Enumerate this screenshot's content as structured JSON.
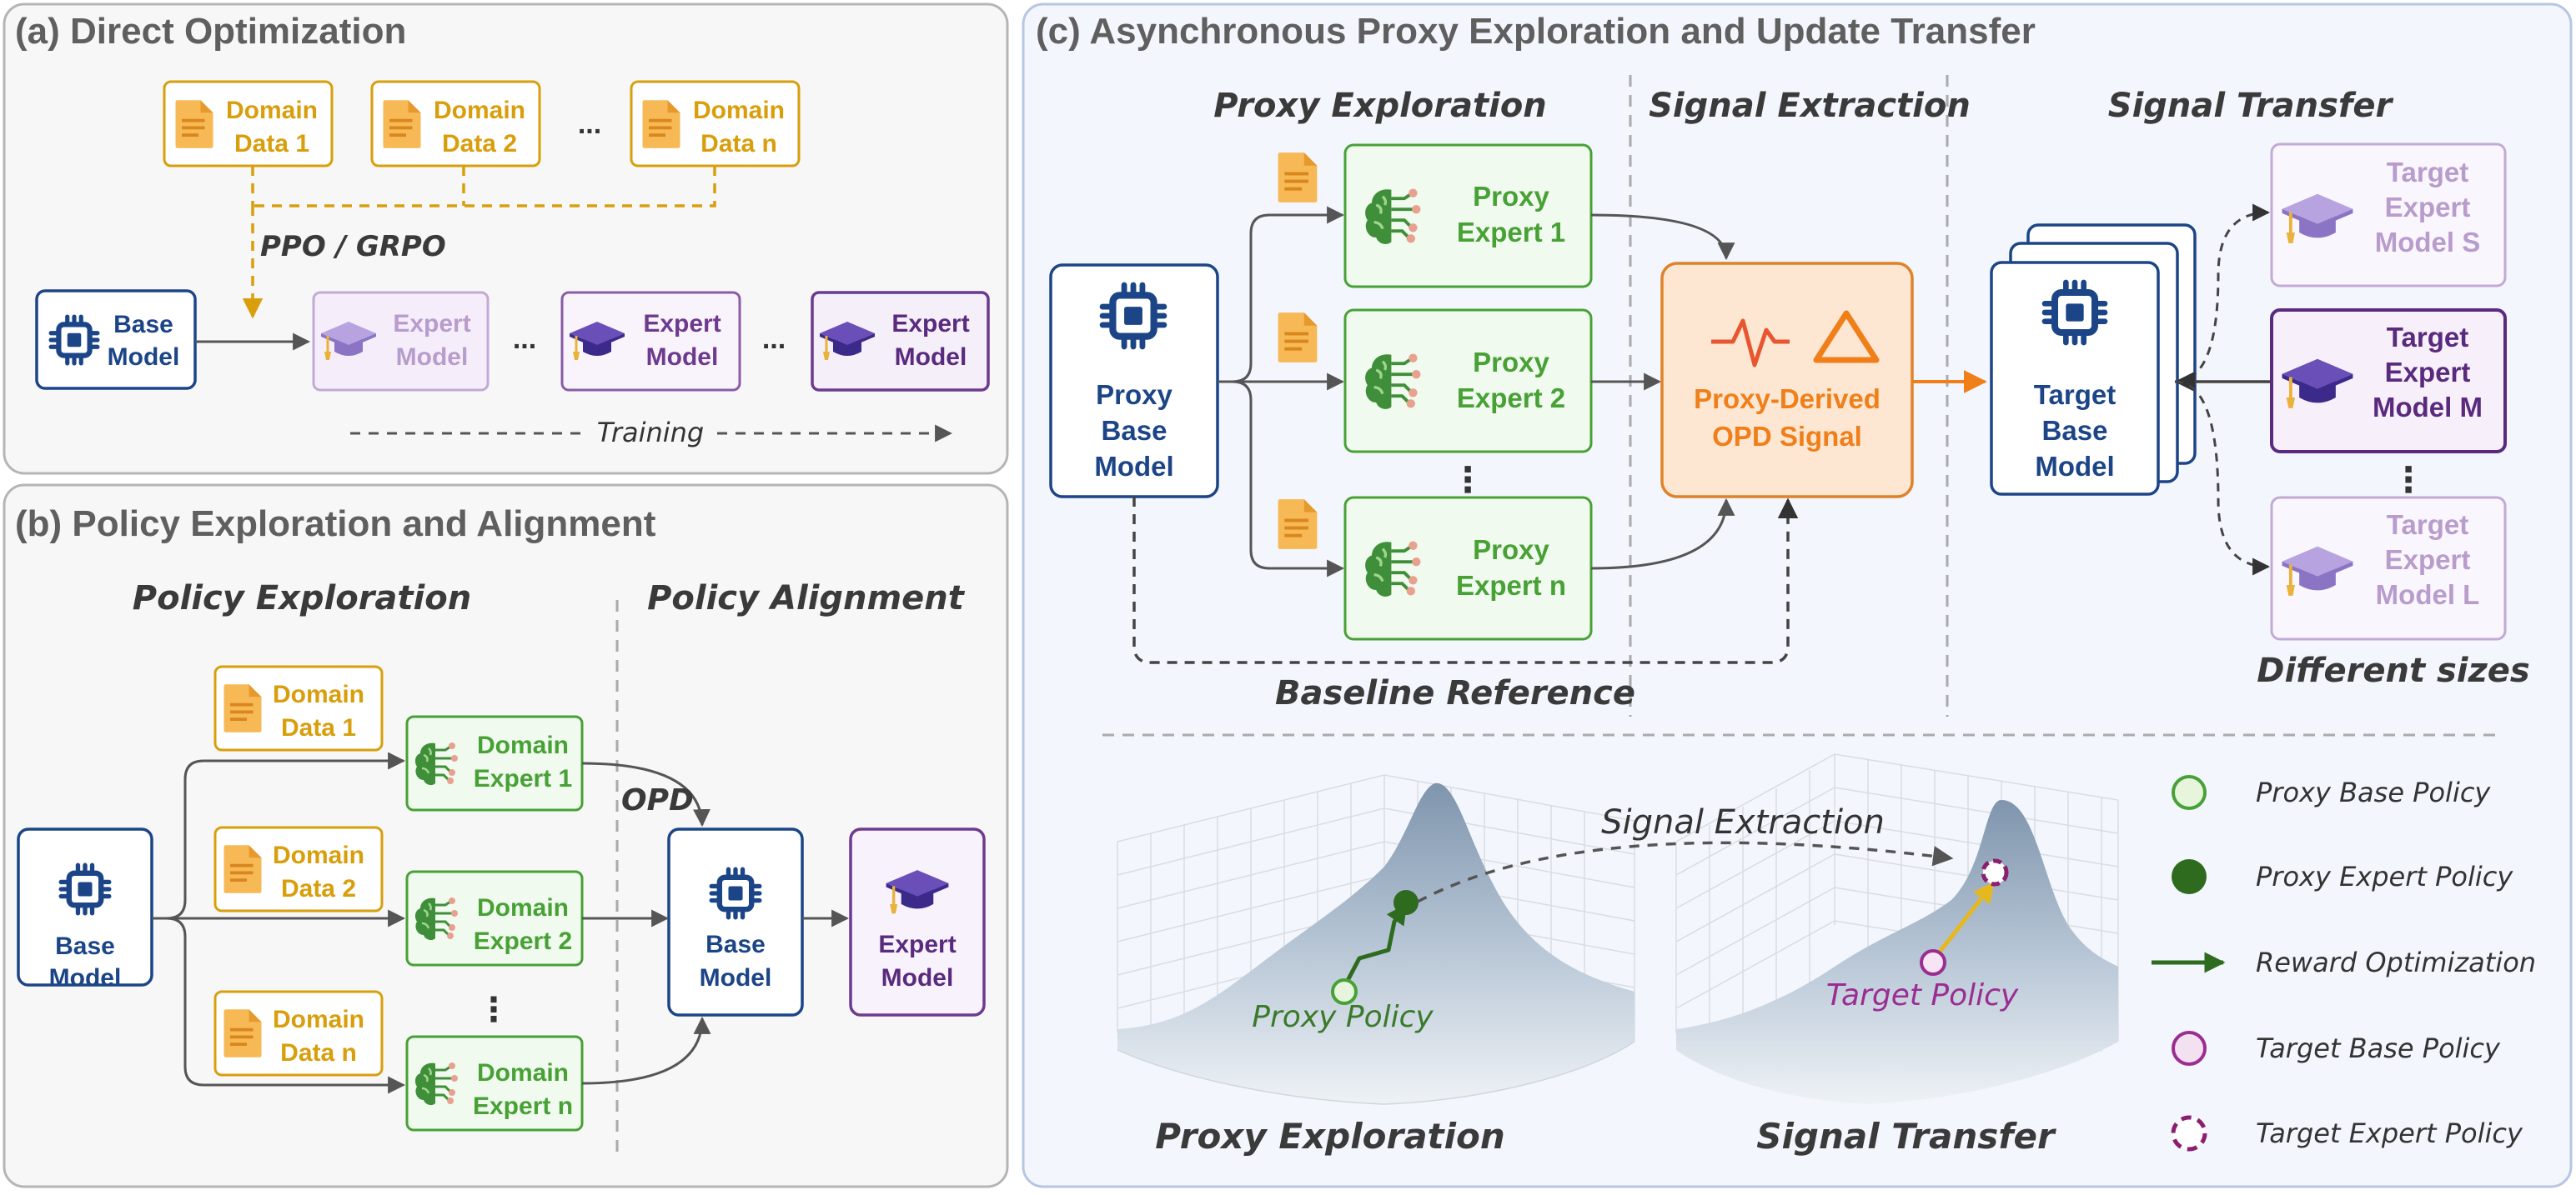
{
  "colors": {
    "blue": "#1c4587",
    "orange": "#d99e0b",
    "green": "#47a135",
    "purple": "#6d3a8e",
    "light_purple": "#b89ccc",
    "opd_orange": "#f07f1a"
  },
  "panel_a": {
    "title": "(a) Direct Optimization",
    "data_labels": [
      [
        "Domain",
        "Data 1"
      ],
      [
        "Domain",
        "Data 2"
      ],
      [
        "Domain",
        "Data n"
      ]
    ],
    "dots": "...",
    "method": "PPO / GRPO",
    "base_model": [
      "Base",
      "Model"
    ],
    "expert_model": [
      "Expert",
      "Model"
    ],
    "training": "Training",
    "ellipsis": "..."
  },
  "panel_b": {
    "title": "(b) Policy Exploration and Alignment",
    "heading_left": "Policy Exploration",
    "heading_right": "Policy Alignment",
    "base_model": [
      "Base",
      "Model"
    ],
    "data_labels": [
      [
        "Domain",
        "Data 1"
      ],
      [
        "Domain",
        "Data 2"
      ],
      [
        "Domain",
        "Data n"
      ]
    ],
    "expert_labels": [
      [
        "Domain",
        "Expert 1"
      ],
      [
        "Domain",
        "Expert 2"
      ],
      [
        "Domain",
        "Expert n"
      ]
    ],
    "vdots": "⋮",
    "opd": "OPD",
    "aligned_base": [
      "Base",
      "Model"
    ],
    "final_expert": [
      "Expert",
      "Model"
    ]
  },
  "panel_c": {
    "title": "(c) Asynchronous Proxy Exploration and Update Transfer",
    "heading_exploration": "Proxy Exploration",
    "heading_extraction": "Signal Extraction",
    "heading_transfer": "Signal Transfer",
    "proxy_base": [
      "Proxy",
      "Base",
      "Model"
    ],
    "proxy_experts": [
      [
        "Proxy",
        "Expert 1"
      ],
      [
        "Proxy",
        "Expert 2"
      ],
      [
        "Proxy",
        "Expert n"
      ]
    ],
    "vdots": "⋮",
    "opd_signal": [
      "Proxy-Derived",
      "OPD Signal"
    ],
    "target_base": [
      "Target",
      "Base",
      "Model"
    ],
    "target_experts": [
      [
        "Target",
        "Expert",
        "Model S"
      ],
      [
        "Target",
        "Expert",
        "Model M"
      ],
      [
        "Target",
        "Expert",
        "Model L"
      ]
    ],
    "baseline_reference": "Baseline Reference",
    "different_sizes": "Different sizes",
    "landscape_left_caption": "Proxy Exploration",
    "landscape_right_caption": "Signal Transfer",
    "signal_extraction": "Signal Extraction",
    "proxy_policy": "Proxy Policy",
    "target_policy": "Target Policy",
    "legend": [
      "Proxy Base Policy",
      "Proxy Expert Policy",
      "Reward Optimization",
      "Target Base Policy",
      "Target Expert Policy"
    ]
  }
}
